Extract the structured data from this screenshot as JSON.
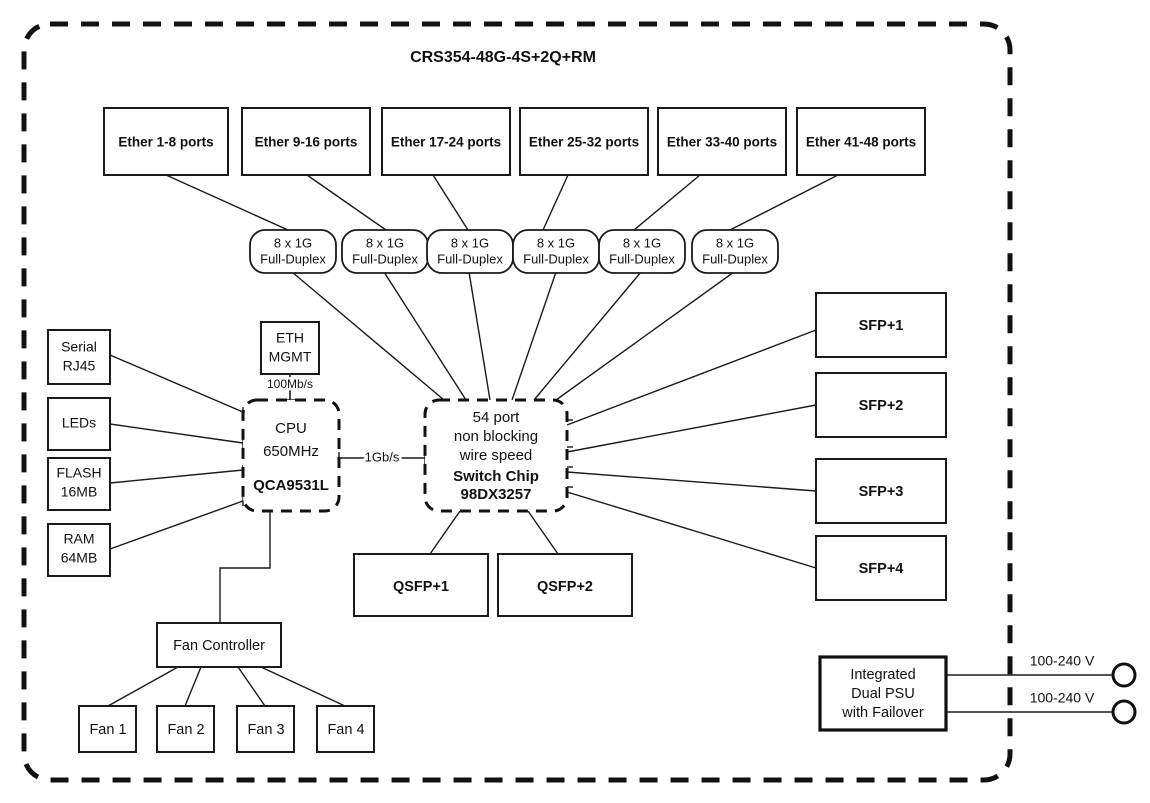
{
  "diagram": {
    "title": "CRS354-48G-4S+2Q+RM",
    "ether_ports": [
      {
        "label": "Ether 1-8 ports"
      },
      {
        "label": "Ether 9-16 ports"
      },
      {
        "label": "Ether 17-24 ports"
      },
      {
        "label": "Ether 25-32 ports"
      },
      {
        "label": "Ether 33-40 ports"
      },
      {
        "label": "Ether 41-48 ports"
      }
    ],
    "phy_groups": [
      {
        "line1": "8 x 1G",
        "line2": "Full-Duplex"
      },
      {
        "line1": "8 x 1G",
        "line2": "Full-Duplex"
      },
      {
        "line1": "8 x 1G",
        "line2": "Full-Duplex"
      },
      {
        "line1": "8 x 1G",
        "line2": "Full-Duplex"
      },
      {
        "line1": "8 x 1G",
        "line2": "Full-Duplex"
      },
      {
        "line1": "8 x 1G",
        "line2": "Full-Duplex"
      }
    ],
    "peripherals": [
      {
        "line1": "Serial",
        "line2": "RJ45"
      },
      {
        "line1": "LEDs",
        "line2": ""
      },
      {
        "line1": "FLASH",
        "line2": "16MB"
      },
      {
        "line1": "RAM",
        "line2": "64MB"
      }
    ],
    "eth_mgmt": {
      "line1": "ETH",
      "line2": "MGMT",
      "speed_label": "100Mb/s"
    },
    "cpu": {
      "line1": "CPU",
      "line2": "650MHz",
      "part": "QCA9531L"
    },
    "cpu_switch_link": "1Gb/s",
    "switch_chip": {
      "line1": "54 port",
      "line2": "non blocking",
      "line3": "wire speed",
      "bold1": "Switch Chip",
      "bold2": "98DX3257"
    },
    "sfp_ports": [
      {
        "label": "SFP+1"
      },
      {
        "label": "SFP+2"
      },
      {
        "label": "SFP+3"
      },
      {
        "label": "SFP+4"
      }
    ],
    "qsfp_ports": [
      {
        "label": "QSFP+1"
      },
      {
        "label": "QSFP+2"
      }
    ],
    "fan_controller": {
      "label": "Fan Controller"
    },
    "fans": [
      {
        "label": "Fan 1"
      },
      {
        "label": "Fan 2"
      },
      {
        "label": "Fan 3"
      },
      {
        "label": "Fan 4"
      }
    ],
    "psu": {
      "line1": "Integrated",
      "line2": "Dual PSU",
      "line3": "with Failover",
      "inputs": [
        {
          "label": "100-240 V"
        },
        {
          "label": "100-240 V"
        }
      ]
    },
    "colors": {
      "stroke": "#111111",
      "background": "#ffffff"
    }
  }
}
